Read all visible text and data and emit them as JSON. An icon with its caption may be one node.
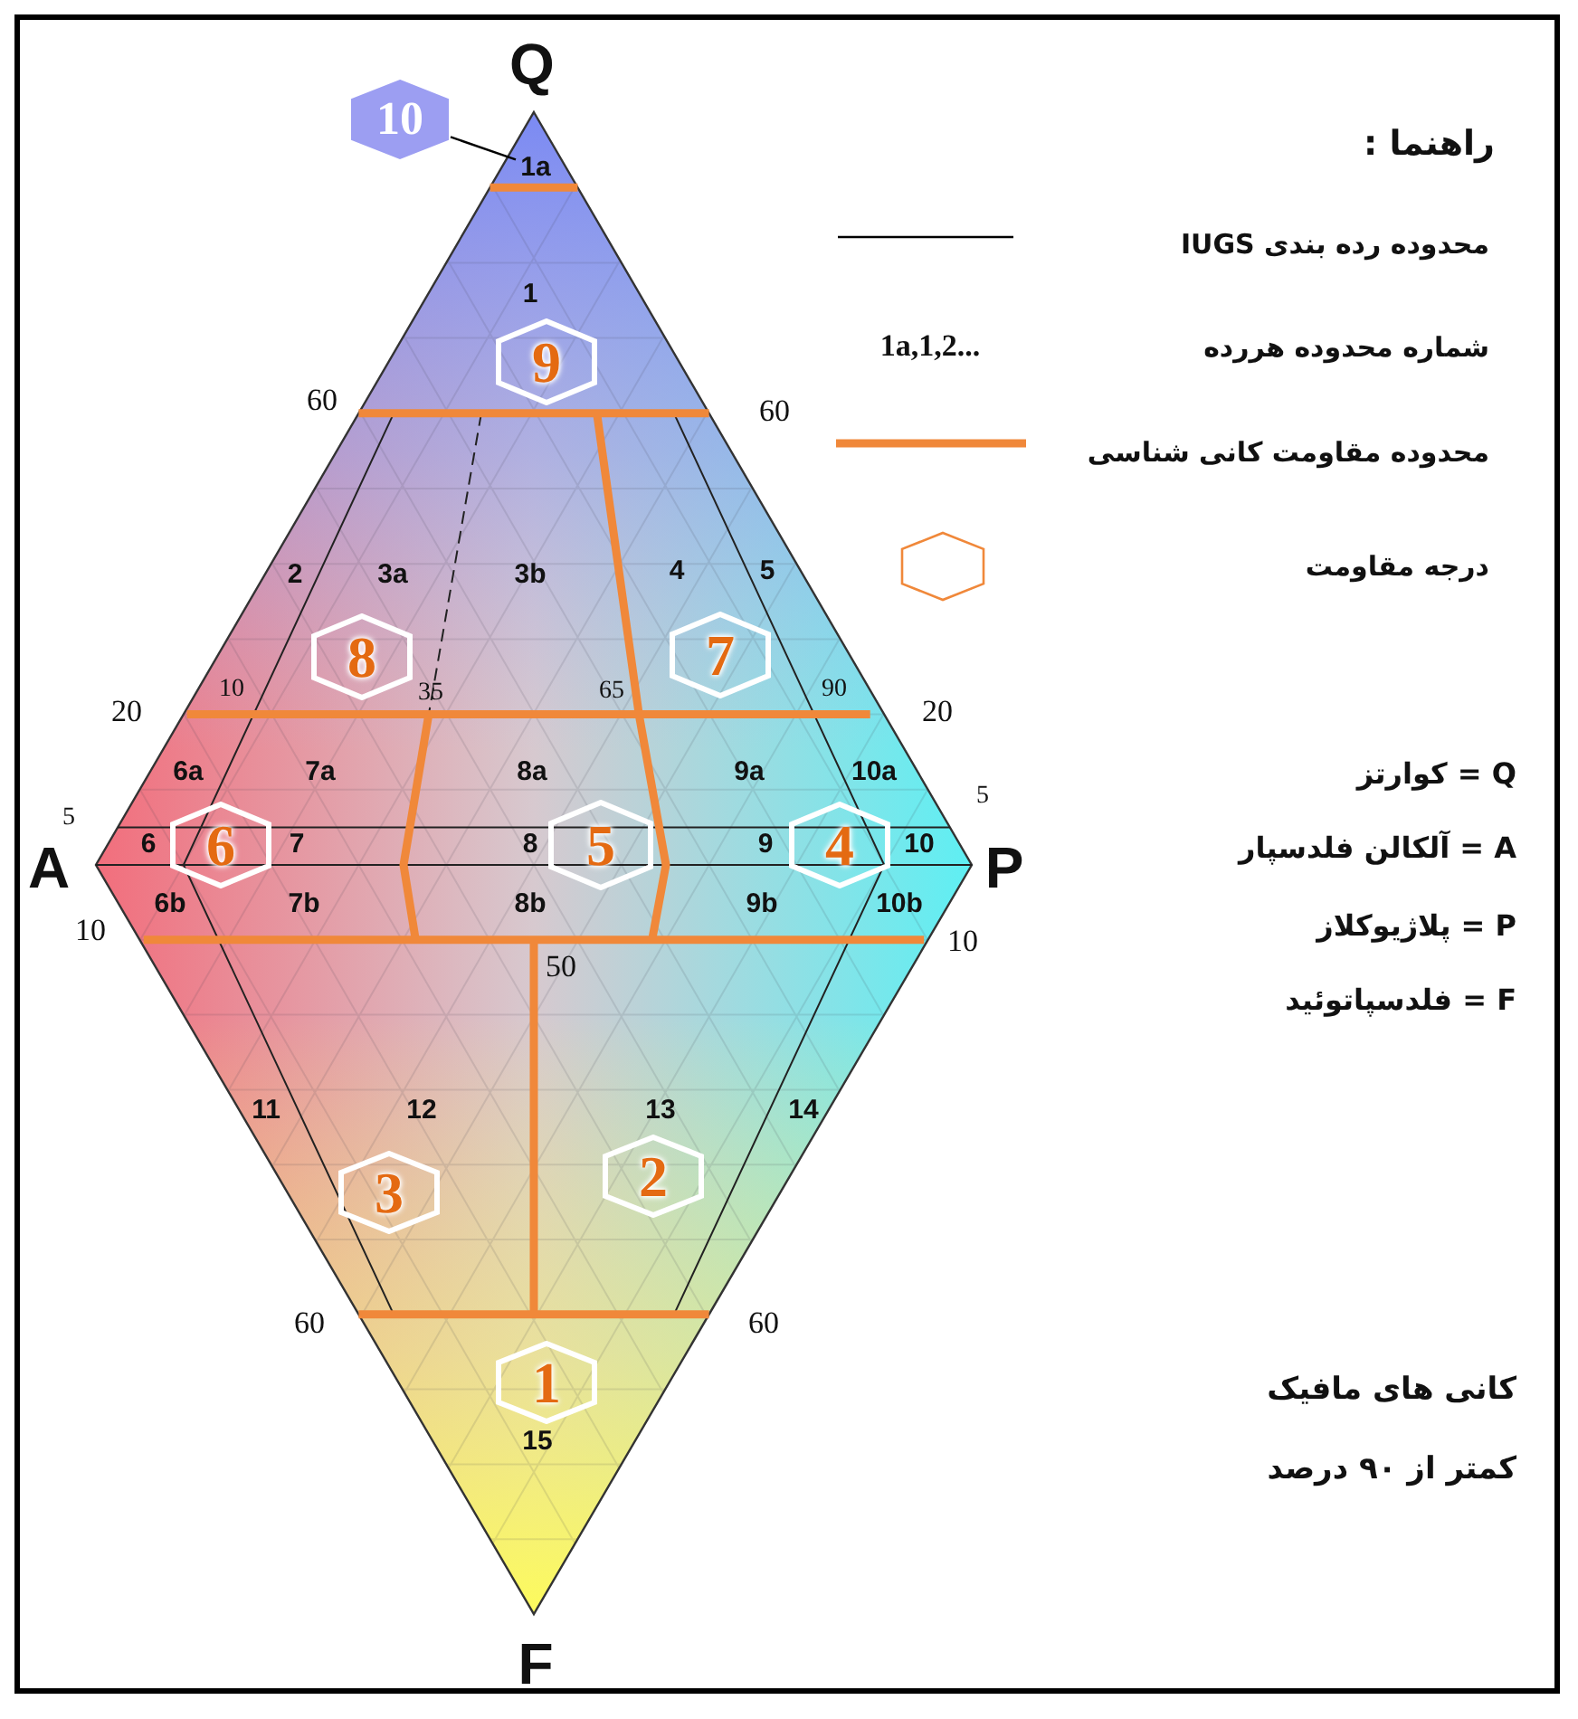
{
  "diagram": {
    "nodes": [
      {
        "text": [
          "10"
        ]
      },
      {
        "text": [
          "1a"
        ]
      },
      {
        "text": [
          "9"
        ]
      },
      {
        "text": [
          "8"
        ]
      },
      {
        "text": [
          "7"
        ]
      },
      {
        "text": [
          "6"
        ]
      },
      {
        "text": [
          "5"
        ]
      },
      {
        "text": [
          "4"
        ]
      },
      {
        "text": [
          "3"
        ]
      },
      {
        "text": [
          "2"
        ]
      },
      {
        "text": [
          "1"
        ]
      }
    ],
    "edges": [
      {
        "from": 0,
        "to": 1,
        "arrow": "none"
      }
    ],
    "labels": [
      "Q",
      "راهنما :",
      "1",
      "1a,1,2...",
      "60",
      "60",
      "2",
      "3a",
      "3b",
      "4",
      "5",
      "10",
      "35",
      "65",
      "90",
      "20",
      "20",
      "6a",
      "7a",
      "8a",
      "9a",
      "10a",
      "Q = کوارتز",
      "5",
      "5",
      "A",
      "6",
      "7",
      "8",
      "9",
      "10",
      "P",
      "A = آلکالن فلدسپار",
      "6b",
      "7b",
      "8b",
      "9b",
      "10b",
      "10",
      "10",
      "50",
      "P = پلاژیوکلاز",
      "F = فلدسپاتوئید",
      "11",
      "12",
      "13",
      "14",
      "60",
      "60",
      "15",
      "کانی های مافیک کمتر از ۹۰ درصد",
      "F"
    ],
    "legend": [
      {
        "text": "محدوده رده بندی IUGS"
      },
      {
        "text": "شماره محدوده هررده"
      },
      {
        "text": "محدوده مقاومت کانی شناسی"
      },
      {
        "text": "درجه مقاومت"
      }
    ]
  }
}
